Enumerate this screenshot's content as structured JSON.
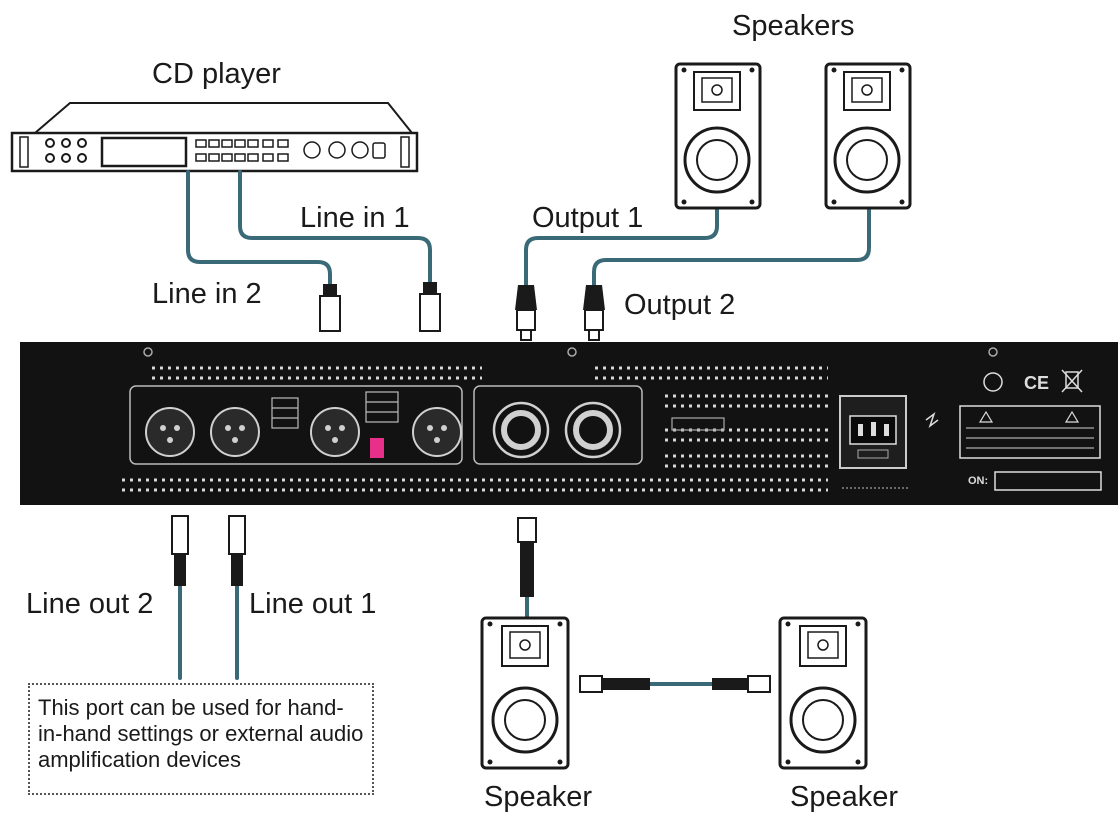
{
  "labels": {
    "cd_player": "CD player",
    "speakers": "Speakers",
    "line_in_1": "Line in 1",
    "line_in_2": "Line in 2",
    "output_1": "Output 1",
    "output_2": "Output 2",
    "line_out_1": "Line out 1",
    "line_out_2": "Line out  2",
    "speaker_left": "Speaker",
    "speaker_right": "Speaker",
    "panel_on": "ON:"
  },
  "note": "This port can be used for hand-in-hand settings or external audio amplification devices",
  "colors": {
    "panel": "#121212",
    "cable": "#3a6a78",
    "stroke": "#1a1a1a",
    "badge": "#e8308a"
  },
  "icons": [
    "xlr-connector",
    "speakon-connector",
    "power-inlet",
    "ce-mark",
    "weee-bin"
  ]
}
